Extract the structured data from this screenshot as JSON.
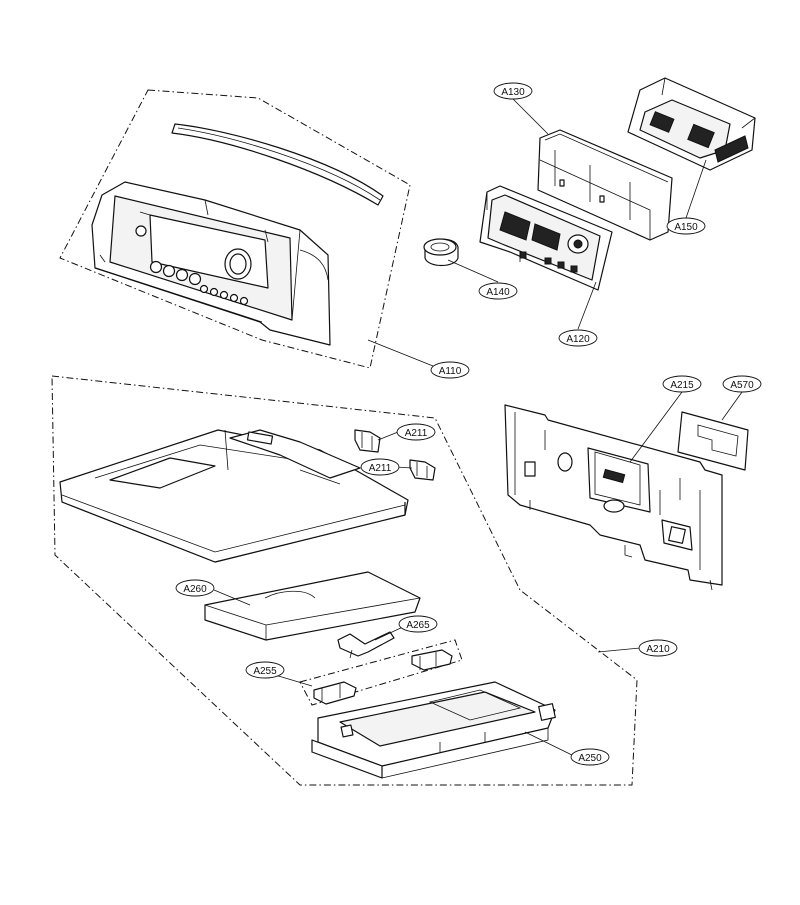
{
  "callouts": {
    "a110": "A110",
    "a120": "A120",
    "a130": "A130",
    "a140": "A140",
    "a150": "A150",
    "a210": "A210",
    "a211_top": "A211",
    "a211_bottom": "A211",
    "a215": "A215",
    "a250": "A250",
    "a255": "A255",
    "a260": "A260",
    "a265": "A265",
    "a570": "A570"
  },
  "colors": {
    "line": "#111111",
    "background": "#ffffff"
  }
}
